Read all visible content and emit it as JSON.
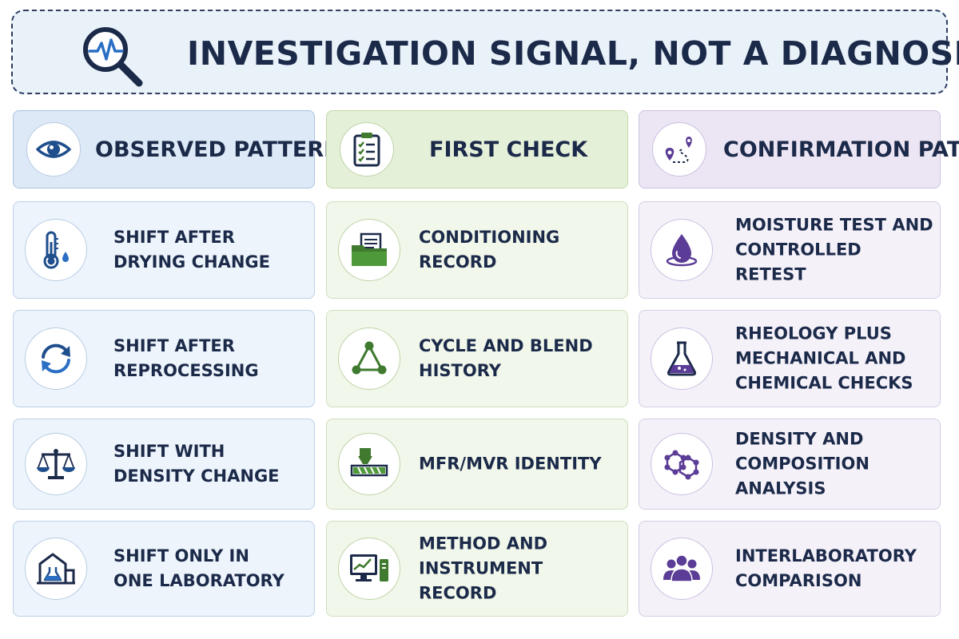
{
  "banner": {
    "title": "INVESTIGATION SIGNAL, NOT A DIAGNOSIS",
    "icon": "magnifier-pulse-icon"
  },
  "colors": {
    "navy": "#1c2a4a",
    "blue": "#1f4e8c",
    "green": "#3f7a2f",
    "purple": "#5b3c96"
  },
  "columns": [
    {
      "header": "OBSERVED PATTERN",
      "header_icon": "eye-icon",
      "items": [
        {
          "text": "SHIFT AFTER\nDRYING CHANGE",
          "icon": "thermometer-drop-icon"
        },
        {
          "text": "SHIFT AFTER\nREPROCESSING",
          "icon": "cycle-arrows-icon"
        },
        {
          "text": "SHIFT WITH\nDENSITY CHANGE",
          "icon": "balance-scale-icon"
        },
        {
          "text": "SHIFT ONLY IN\nONE LABORATORY",
          "icon": "lab-building-icon"
        }
      ]
    },
    {
      "header": "FIRST CHECK",
      "header_icon": "clipboard-checklist-icon",
      "items": [
        {
          "text": "CONDITIONING RECORD",
          "icon": "folder-document-icon"
        },
        {
          "text": "CYCLE AND BLEND HISTORY",
          "icon": "triangle-nodes-icon"
        },
        {
          "text": "MFR/MVR IDENTITY",
          "icon": "extruder-icon"
        },
        {
          "text": "METHOD AND\nINSTRUMENT RECORD",
          "icon": "computer-chart-icon"
        }
      ]
    },
    {
      "header": "CONFIRMATION PATH",
      "header_icon": "route-pins-icon",
      "items": [
        {
          "text": "MOISTURE TEST AND\nCONTROLLED RETEST",
          "icon": "water-drop-icon"
        },
        {
          "text": "RHEOLOGY PLUS\nMECHANICAL AND\nCHEMICAL CHECKS",
          "icon": "flask-icon"
        },
        {
          "text": "DENSITY AND\nCOMPOSITION ANALYSIS",
          "icon": "molecule-icon"
        },
        {
          "text": "INTERLABORATORY\nCOMPARISON",
          "icon": "people-group-icon"
        }
      ]
    }
  ]
}
